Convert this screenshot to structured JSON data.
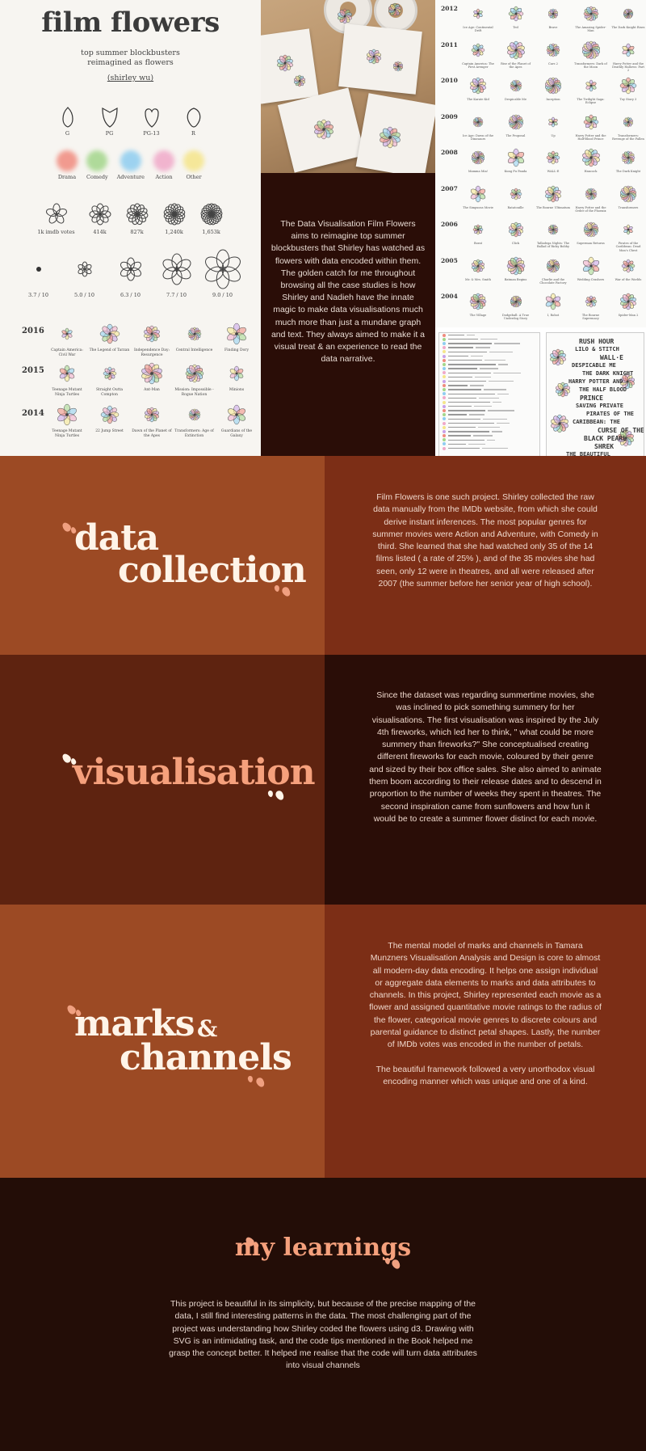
{
  "poster": {
    "title": "film flowers",
    "subtitle": "top summer blockbusters\nreimagined as flowers",
    "author": "(shirley wu)",
    "ratings": [
      "G",
      "PG",
      "PG-13",
      "R"
    ],
    "genres": [
      {
        "name": "Drama",
        "color": "#f08b7e"
      },
      {
        "name": "Comedy",
        "color": "#a3d68b"
      },
      {
        "name": "Adventure",
        "color": "#8ecdf0"
      },
      {
        "name": "Action",
        "color": "#f0a9c9"
      },
      {
        "name": "Other",
        "color": "#f5e58a"
      }
    ],
    "votes": [
      "1k imdb votes",
      "414k",
      "827k",
      "1,240k",
      "1,653k"
    ],
    "scores": [
      "3.7 / 10",
      "5.0 / 10",
      "6.3 / 10",
      "7.7 / 10",
      "9.0 / 10"
    ],
    "years": [
      {
        "year": "2016",
        "films": [
          "Captain America: Civil War",
          "The Legend of Tarzan",
          "Independence Day: Resurgence",
          "Central Intelligence",
          "Finding Dory"
        ]
      },
      {
        "year": "2015",
        "films": [
          "Teenage Mutant Ninja Turtles",
          "Straight Outta Compton",
          "Ant-Man",
          "Mission: Impossible - Rogue Nation",
          "Minions"
        ]
      },
      {
        "year": "2014",
        "films": [
          "Teenage Mutant Ninja Turtles",
          "22 Jump Street",
          "Dawn of the Planet of the Apes",
          "Transformers: Age of Extinction",
          "Guardians of the Galaxy"
        ]
      }
    ]
  },
  "quote": "The Data Visualisation Film Flowers aims to reimagine top summer blockbusters that Shirley has watched as flowers with data encoded within them. The golden catch for me throughout browsing all the case studies is how Shirley and Nadieh have the innate magic to make data visualisations much much more than just a mundane graph and text. They always aimed to make it a visual treat & an experience to read the data narrative.",
  "chart": {
    "rows": [
      {
        "year": "2012",
        "films": [
          "Ice Age: Continental Drift",
          "Ted",
          "Brave",
          "The Amazing Spider-Man",
          "The Dark Knight Rises"
        ]
      },
      {
        "year": "2011",
        "films": [
          "Captain America: The First Avenger",
          "Rise of the Planet of the Apes",
          "Cars 2",
          "Transformers: Dark of the Moon",
          "Harry Potter and the Deathly Hallows: Part 2"
        ]
      },
      {
        "year": "2010",
        "films": [
          "The Karate Kid",
          "Despicable Me",
          "Inception",
          "The Twilight Saga: Eclipse",
          "Toy Story 3"
        ]
      },
      {
        "year": "2009",
        "films": [
          "Ice Age: Dawn of the Dinosaurs",
          "The Proposal",
          "Up",
          "Harry Potter and the Half-Blood Prince",
          "Transformers: Revenge of the Fallen"
        ]
      },
      {
        "year": "2008",
        "films": [
          "Mamma Mia!",
          "Kung Fu Panda",
          "WALL·E",
          "Hancock",
          "The Dark Knight"
        ]
      },
      {
        "year": "2007",
        "films": [
          "The Simpsons Movie",
          "Ratatouille",
          "The Bourne Ultimatum",
          "Harry Potter and the Order of the Phoenix",
          "Transformers"
        ]
      },
      {
        "year": "2006",
        "films": [
          "Borat",
          "Click",
          "Talladega Nights: The Ballad of Ricky Bobby",
          "Superman Returns",
          "Pirates of the Caribbean: Dead Man's Chest"
        ]
      },
      {
        "year": "2005",
        "films": [
          "Mr. & Mrs. Smith",
          "Batman Begins",
          "Charlie and the Chocolate Factory",
          "Wedding Crashers",
          "War of the Worlds"
        ]
      },
      {
        "year": "2004",
        "films": [
          "The Village",
          "Dodgeball: A True Underdog Story",
          "I, Robot",
          "The Bourne Supremacy",
          "Spider-Man 2"
        ]
      }
    ]
  },
  "handwriting": [
    "RUSH HOUR",
    "LILO & STITCH",
    "WALL·E",
    "DESPICABLE ME",
    "THE DARK KNIGHT",
    "HARRY POTTER AND",
    "THE HALF BLOOD",
    "PRINCE",
    "SAVING PRIVATE",
    "PIRATES OF THE",
    "CARIBBEAN: THE",
    "CURSE OF THE",
    "BLACK PEARL",
    "SHREK",
    "THE BEAUTIFUL"
  ],
  "sections": {
    "data_collection": {
      "title_line1": "data",
      "title_line2": "collection",
      "text": "Film Flowers is one such project. Shirley collected the raw data manually from the IMDb website, from which she could derive instant inferences. The most popular genres for summer movies were Action and Adventure, with Comedy in third. She learned that she had watched only 35 of the 14 films listed ( a rate of 25% ), and of the 35 movies she had seen, only 12 were in theatres, and all were released after 2007 (the summer before her senior year of high school)."
    },
    "visualisation": {
      "title": "visualisation",
      "text": "Since the dataset was regarding summertime movies, she was inclined to pick something summery for her visualisations. The first visualisation was inspired by the July 4th fireworks, which led her to think, \" what could be more summery than fireworks?\" She conceptualised creating different fireworks for each movie, coloured by their genre and sized by their box office sales. She also aimed to animate them boom according to their release dates and to descend in proportion to the number of weeks they spent in theatres. The second inspiration came from sunflowers and how fun it would be to create a summer flower distinct for each movie."
    },
    "marks_channels": {
      "title_line1": "marks",
      "title_amp": "&",
      "title_line2": "channels",
      "text1": "The mental model of marks and channels in Tamara Munzners Visualisation Analysis and Design is core to almost all modern-day data encoding. It helps one assign individual or aggregate data elements to marks and data attributes to channels. In this project, Shirley represented each movie as a flower and assigned quantitative movie ratings to the radius of the flower, categorical movie genres to discrete colours and parental guidance to distinct petal shapes. Lastly, the number of IMDb votes was encoded in the number of petals.",
      "text2": "The beautiful framework followed a very unorthodox visual encoding manner which was unique and one of a kind."
    },
    "learnings": {
      "title": "my learnings",
      "text": "This project is beautiful in its simplicity, but because of the precise mapping of the data, I still find interesting patterns in the data. The most challenging part of the project was understanding how Shirley coded the flowers using d3. Drawing with SVG is an intimidating task, and the code tips mentioned in the Book helped me grasp the concept better. It helped me realise that the code will turn data attributes into visual channels"
    }
  },
  "colors": {
    "rust": "#9c4a24",
    "rust_dark": "#7c2e16",
    "brown_dark": "#2a0d07",
    "maroon": "#5e2310",
    "accent": "#f5a07c",
    "cream": "#fff4e8"
  }
}
